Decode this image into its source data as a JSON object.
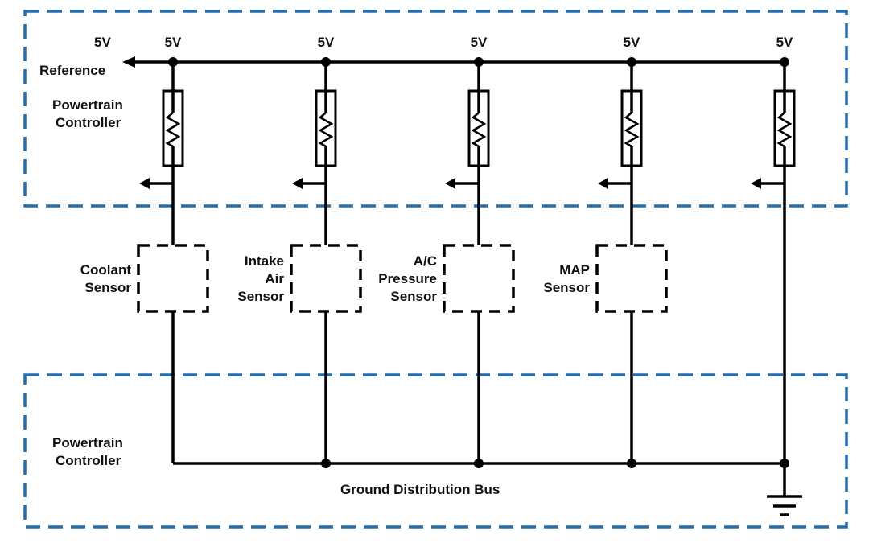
{
  "diagram": {
    "title": "5V Reference and Ground Distribution Circuit",
    "reference_label": "Reference",
    "reference_voltage": "5V",
    "top_module_label": [
      "Powertrain",
      "Controller"
    ],
    "bottom_module_label": [
      "Powertrain",
      "Controller"
    ],
    "ground_bus_label": "Ground Distribution Bus",
    "colors": {
      "module_boundary": "#1f6fb5",
      "wire": "#000000"
    },
    "branches": [
      {
        "voltage": "5V",
        "sensor": [
          "Coolant",
          "Sensor"
        ]
      },
      {
        "voltage": "5V",
        "sensor": [
          "Intake",
          "Air",
          "Sensor"
        ]
      },
      {
        "voltage": "5V",
        "sensor": [
          "A/C",
          "Pressure",
          "Sensor"
        ]
      },
      {
        "voltage": "5V",
        "sensor": [
          "MAP",
          "Sensor"
        ]
      },
      {
        "voltage": "5V",
        "sensor": []
      }
    ]
  }
}
